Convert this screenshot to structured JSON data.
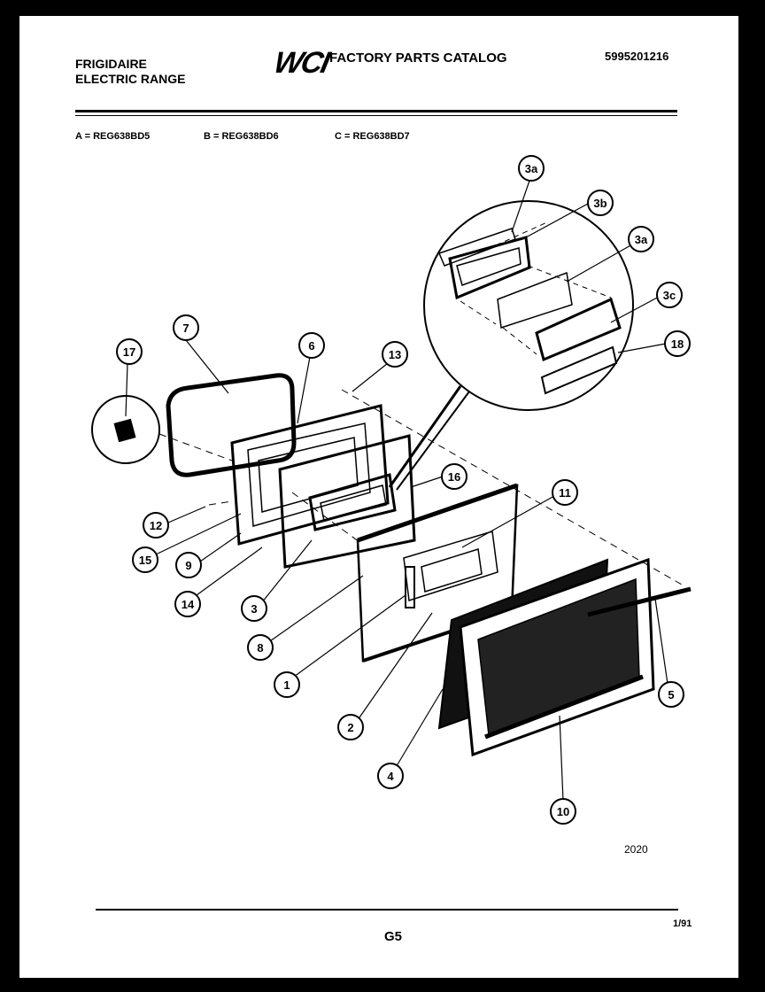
{
  "header": {
    "brand_line1": "FRIGIDAIRE",
    "brand_line2": "ELECTRIC RANGE",
    "logo_text": "WCI",
    "catalog_title": "FACTORY PARTS CATALOG",
    "doc_number": "5995201216"
  },
  "models": [
    {
      "text": "A = REG638BD5"
    },
    {
      "text": "B = REG638BD6"
    },
    {
      "text": "C = REG638BD7"
    }
  ],
  "callouts": {
    "c3a_top": "3a",
    "c3b": "3b",
    "c3a_mid": "3a",
    "c3c": "3c",
    "c18": "18",
    "c17": "17",
    "c7": "7",
    "c6": "6",
    "c13": "13",
    "c16": "16",
    "c11": "11",
    "c12": "12",
    "c15": "15",
    "c9": "9",
    "c14": "14",
    "c3": "3",
    "c8": "8",
    "c1": "1",
    "c2": "2",
    "c4": "4",
    "c10": "10",
    "c5": "5"
  },
  "footer": {
    "figure_number": "2020",
    "date": "1/91",
    "page": "G5"
  }
}
